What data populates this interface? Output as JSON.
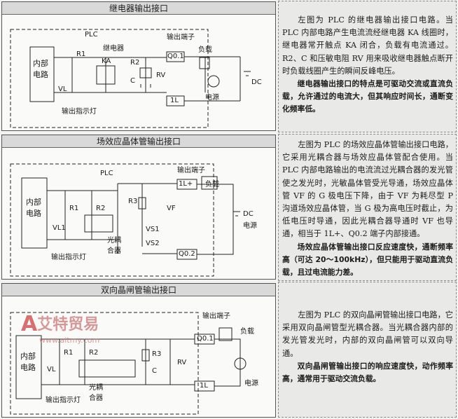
{
  "sections": [
    {
      "title": "继电器输出接口",
      "labels": {
        "plc": "PLC",
        "internal": "内部电路",
        "r1": "R1",
        "vl": "VL",
        "ka": "KA",
        "relay": "继电器",
        "r2": "R2",
        "c": "C",
        "rv": "RV",
        "terminal": "输出端子",
        "q": "Q0.1",
        "load": "负载",
        "l": "1L",
        "source": "电源",
        "dc": "DC",
        "indicator": "输出指示灯"
      },
      "text": [
        "左图为 PLC 的继电器输出接口电路。当 PLC 内部电路产生电流流经继电器 KA 线圈时，继电器常开触点 KA 闭合，负载有电流通过。R2、C 和压敏电阻 RV 用来吸收继电器触点断开时负载线圈产生的瞬间反峰电压。"
      ],
      "bold": "继电器输出接口的特点是可驱动交流或直流负载，允许通过的电流大，但其响应时间长，通断变化频率低。"
    },
    {
      "title": "场效应晶体管输出接口",
      "labels": {
        "plc": "PLC",
        "internal": "内部电路",
        "r1": "R1",
        "r2": "R2",
        "vl": "VL1",
        "r3": "R3",
        "vf": "VF",
        "vs1": "VS1",
        "vs2": "VS2",
        "terminal": "输出端子",
        "l": "1L+",
        "load": "负载",
        "q": "Q0.2",
        "dc": "DC",
        "source": "电源",
        "coupler": "光耦合器",
        "indicator": "输出指示灯"
      },
      "text": [
        "左图为 PLC 的场效应晶体管输出接口电路，它采用光耦合器与场效应晶体管配合使用。当 PLC 内部电路输出的电流流过光耦合器的发光管使之发光时，光敏晶体管受光导通，场效应晶体管 VF 的 G 极电压下降，由于 VF 为耗尽型 P 沟道场效应晶体管，当 G 极为高电压时截止，为低电压时导通，因此光耦合器导通时 VF 也导通，相当于 1L+、Q0.2 端子内部接通。"
      ],
      "bold": "场效应晶体管输出接口反应速度快，通断频率高（可达 20～100kHz），但只能用于驱动直流负载，且过电流能力差。"
    },
    {
      "title": "双向晶闸管输出接口",
      "labels": {
        "internal": "内部电路",
        "r1": "R1",
        "r2": "R2",
        "vl": "VL",
        "r3": "R3",
        "c": "C",
        "rv": "RV",
        "terminal": "输出端子",
        "q": "Q0.1",
        "load": "负载",
        "l": "1L",
        "source": "电源",
        "coupler": "光耦合器",
        "indicator": "输出指示灯"
      },
      "text": [
        "左图为 PLC 的双向晶闸管输出接口电路，它采用双向晶闸管型光耦合器。当光耦合器内部的发光管发光时，内部的双向晶闸管可以双向导通。"
      ],
      "bold": "双向晶闸管输出接口的响应速度快，动作频率高，通常用于驱动交流负载。"
    }
  ],
  "watermark": {
    "brand": "艾特贸易",
    "url": "www.aitmy.com"
  }
}
